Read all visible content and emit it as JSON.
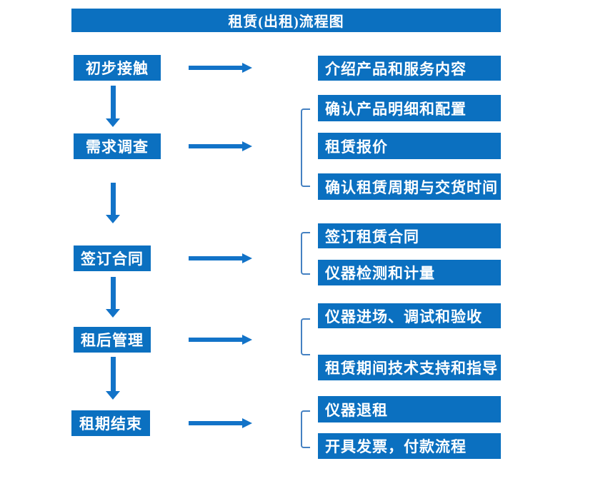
{
  "title": "租赁(出租)流程图",
  "colors": {
    "box_blue": "#0b70c0",
    "arrow_blue": "#1273c8",
    "bracket_blue": "#4581c2",
    "text_white": "#ffffff",
    "background": "#ffffff"
  },
  "steps": [
    {
      "label": "初步接触",
      "outputs": [
        "介绍产品和服务内容"
      ]
    },
    {
      "label": "需求调查",
      "outputs": [
        "确认产品明细和配置",
        "租赁报价",
        "确认租赁周期与交货时间"
      ]
    },
    {
      "label": "签订合同",
      "outputs": [
        "签订租赁合同",
        "仪器检测和计量"
      ]
    },
    {
      "label": "租后管理",
      "outputs": [
        "仪器进场、调试和验收",
        "租赁期间技术支持和指导"
      ]
    },
    {
      "label": "租期结束",
      "outputs": [
        "仪器退租",
        "开具发票，付款流程"
      ]
    }
  ]
}
